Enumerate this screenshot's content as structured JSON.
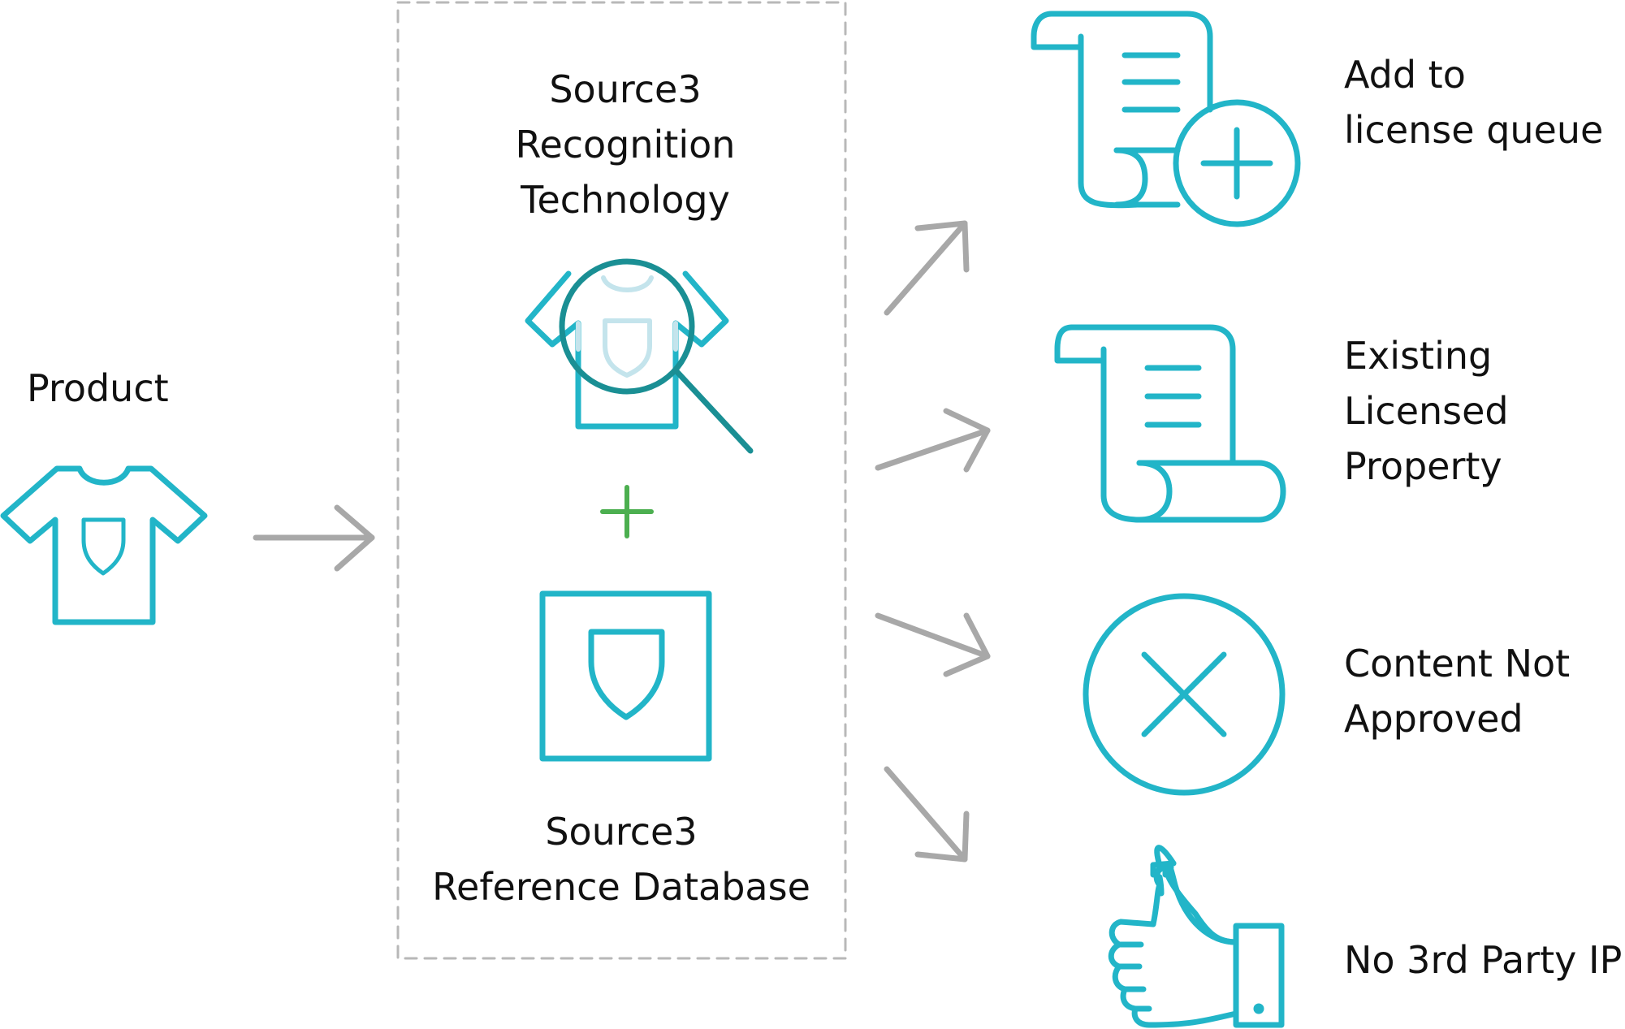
{
  "product": {
    "label": "Product",
    "icon": "t-shirt-icon"
  },
  "engine": {
    "technology_lines": [
      "Source3",
      "Recognition",
      "Technology"
    ],
    "database_lines": [
      "Source3",
      "Reference Database"
    ],
    "plus_symbol": "+"
  },
  "outcomes": [
    {
      "id": "add-to-license-queue",
      "lines": [
        "Add to",
        "license queue"
      ],
      "icon": "scroll-plus-icon"
    },
    {
      "id": "existing-licensed-property",
      "lines": [
        "Existing",
        "Licensed",
        "Property"
      ],
      "icon": "scroll-icon"
    },
    {
      "id": "content-not-approved",
      "lines": [
        "Content Not",
        "Approved"
      ],
      "icon": "x-circle-icon"
    },
    {
      "id": "no-3rd-party-ip",
      "lines": [
        "No 3rd Party IP"
      ],
      "icon": "thumbs-up-icon"
    }
  ],
  "colors": {
    "accent": "#22b5c8",
    "accent_dark": "#1a8f94",
    "accent_light": "#c4e4ec",
    "arrow": "#a8a8a8",
    "plus": "#4caf50",
    "border": "#b8b8b8"
  }
}
